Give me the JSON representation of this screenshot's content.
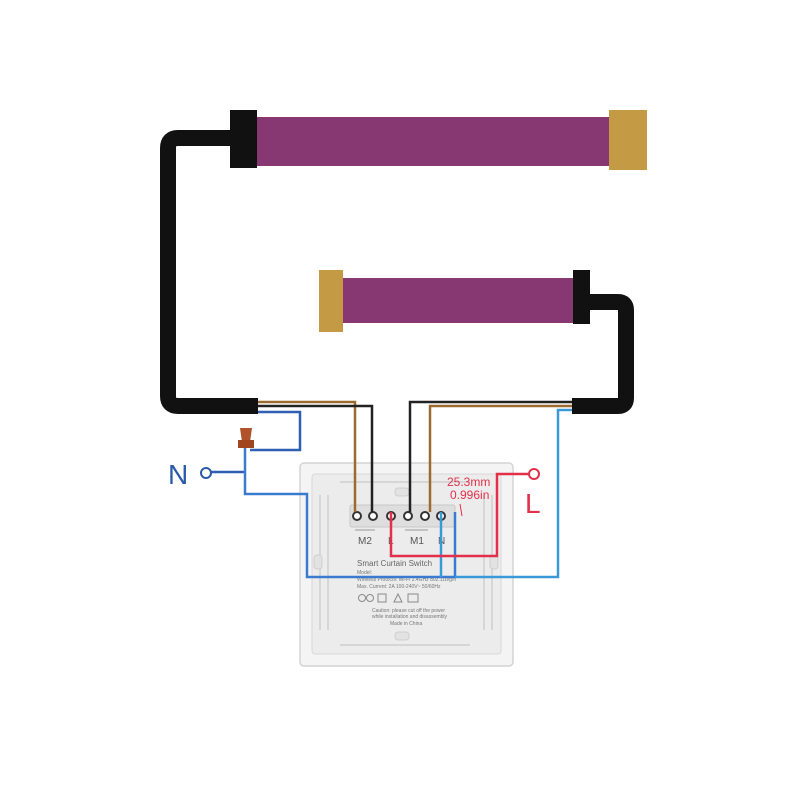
{
  "labels": {
    "neutral": "N",
    "live": "L"
  },
  "terminals": {
    "m2": "M2",
    "m1": "M1",
    "n": "N",
    "l": "L"
  },
  "dimension": {
    "mm": "25.3mm",
    "inch": "0.996in"
  },
  "device": {
    "line1": "Smart Curtain Switch",
    "line2": "Model: ",
    "line3": "Wireless Protocol: Wi-Fi 2.4GHz 802.11b/g/n",
    "line4": "Max. Current: 2A 100-240V~ 50/60Hz",
    "warn1": "Caution: please cut off the power",
    "warn2": "while installation and disassembly",
    "made": "Made in China"
  },
  "colors": {
    "motor_tube": "#873872",
    "motor_cap": "#c49a45",
    "cable_black": "#111111",
    "wire_blue": "#2f5fb5",
    "wire_light_blue": "#3a9ad9",
    "wire_red": "#e2304a",
    "wire_brown": "#8a5a2b",
    "label_blue": "#2a5aa8",
    "label_red": "#e2304a",
    "switch_body": "#eeeeee"
  }
}
